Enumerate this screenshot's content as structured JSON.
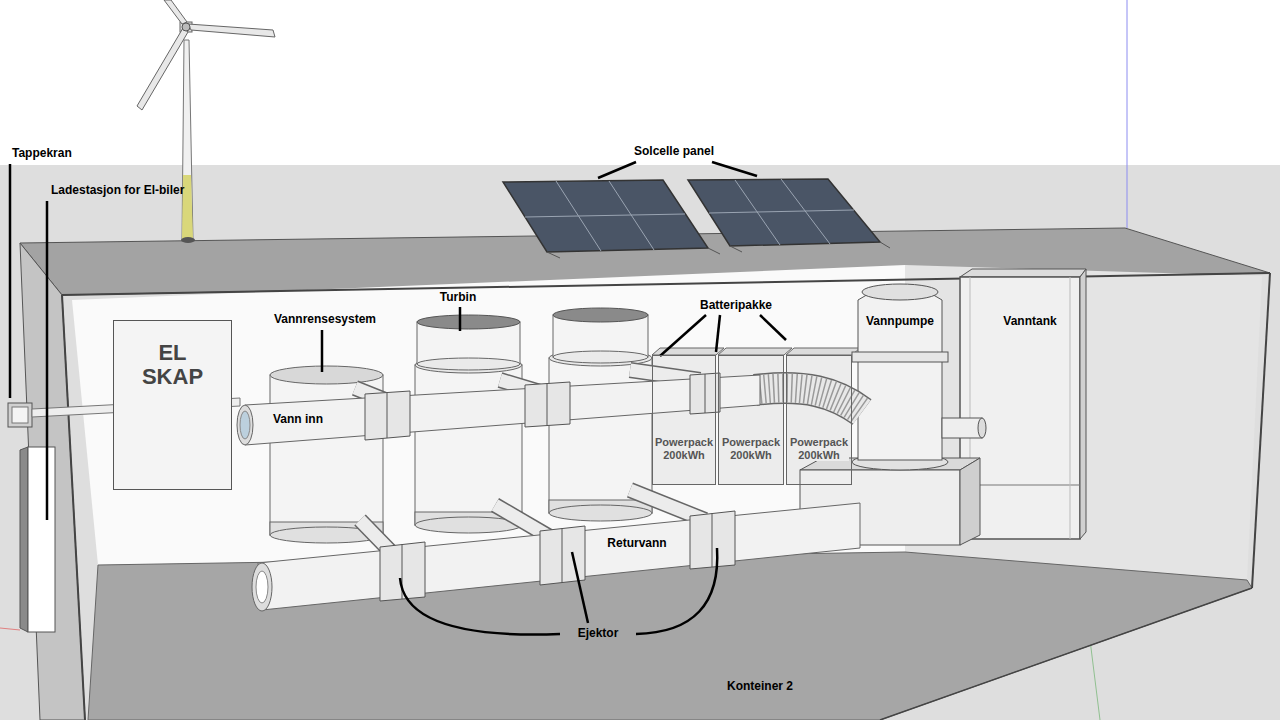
{
  "diagram": {
    "nodes": [
      {
        "text": [
          "EL SKAP"
        ]
      },
      {
        "text": [
          "Powerpack 200kWh"
        ]
      },
      {
        "text": [
          "Powerpack 200kWh"
        ]
      },
      {
        "text": [
          "Powerpack 200kWh"
        ]
      }
    ],
    "labels": [
      "Tappekran",
      "Ladestasjon for El-biler",
      "Solcelle panel",
      "Turbin",
      "Vannrensesystem",
      "Batteripakke",
      "Vannpumpe",
      "Vanntank",
      "Vann inn",
      "Returvann",
      "Ejektor",
      "Konteiner 2"
    ]
  }
}
